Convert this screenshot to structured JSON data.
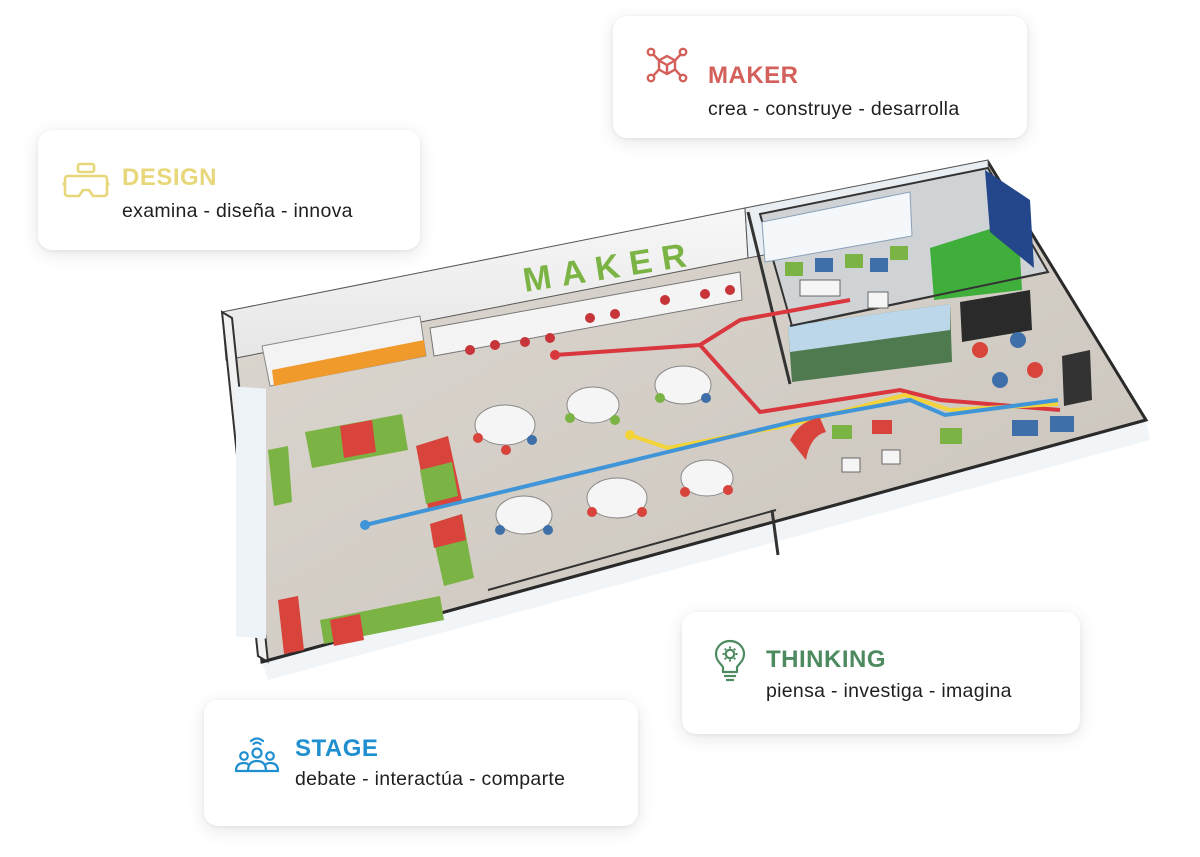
{
  "colors": {
    "maker": "#d3605a",
    "design": "#e8d77a",
    "thinking": "#4e8a5f",
    "stage": "#1f8fd0",
    "floor": "#d5cfc7",
    "wall": "#ffffff",
    "frame": "#2a2a2a",
    "path_red": "#d9363e",
    "path_yellow": "#f2d33a",
    "path_blue": "#3f95d8",
    "furniture_green": "#7bb344",
    "furniture_red": "#d8433b",
    "furniture_blue": "#3e6fa8",
    "furniture_orange": "#ef9a2b"
  },
  "zones": {
    "maker": {
      "title": "MAKER",
      "subtitle": "crea - construye - desarrolla",
      "icon": "network-cube-icon"
    },
    "design": {
      "title": "DESIGN",
      "subtitle": "examina - diseña - innova",
      "icon": "vr-headset-icon"
    },
    "thinking": {
      "title": "THINKING",
      "subtitle": "piensa - investiga - imagina",
      "icon": "lightbulb-gear-icon"
    },
    "stage": {
      "title": "STAGE",
      "subtitle": "debate - interactúa - comparte",
      "icon": "group-broadcast-icon"
    }
  },
  "room": {
    "wall_sign": "MAKER"
  }
}
